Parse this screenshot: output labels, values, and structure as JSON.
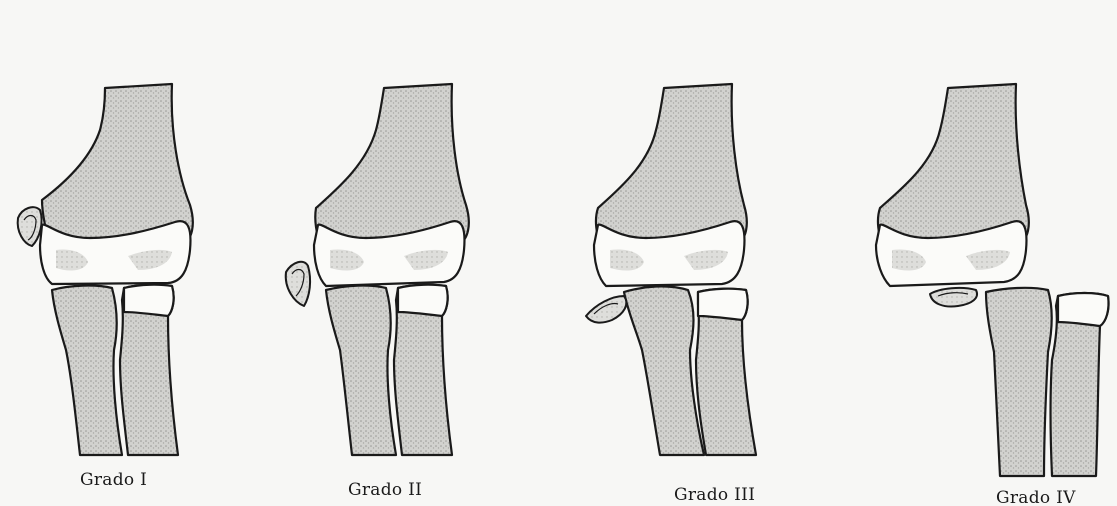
{
  "grades": [
    {
      "label": "Grado I"
    },
    {
      "label": "Grado II"
    },
    {
      "label": "Grado III"
    },
    {
      "label": "Grado IV"
    }
  ]
}
